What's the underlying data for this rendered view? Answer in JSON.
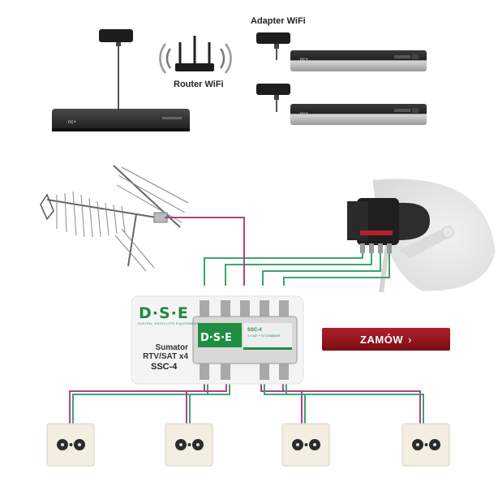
{
  "labels": {
    "router": "Router WiFi",
    "adapter": "Adapter WiFi",
    "decoder_brand": "nc+",
    "box_title": "Sumator RTV/SAT x4",
    "box_model": "SSC-4",
    "logo": "D·S·E",
    "logo_sub": "DIGITAL SATELLITE EQUIPMENT",
    "device_model": "SSC-4",
    "device_desc": "4 x SAT + TV COMBINER"
  },
  "order_button": {
    "label": "ZAMÓW",
    "chevron": "›"
  },
  "colors": {
    "cable_sat": "#3aa66a",
    "cable_tv": "#b0408f",
    "button": "#9a1520",
    "logo_green": "#1d8a3e"
  },
  "wall_sockets": [
    {
      "id": "socket-1"
    },
    {
      "id": "socket-2"
    },
    {
      "id": "socket-3"
    },
    {
      "id": "socket-4"
    }
  ]
}
